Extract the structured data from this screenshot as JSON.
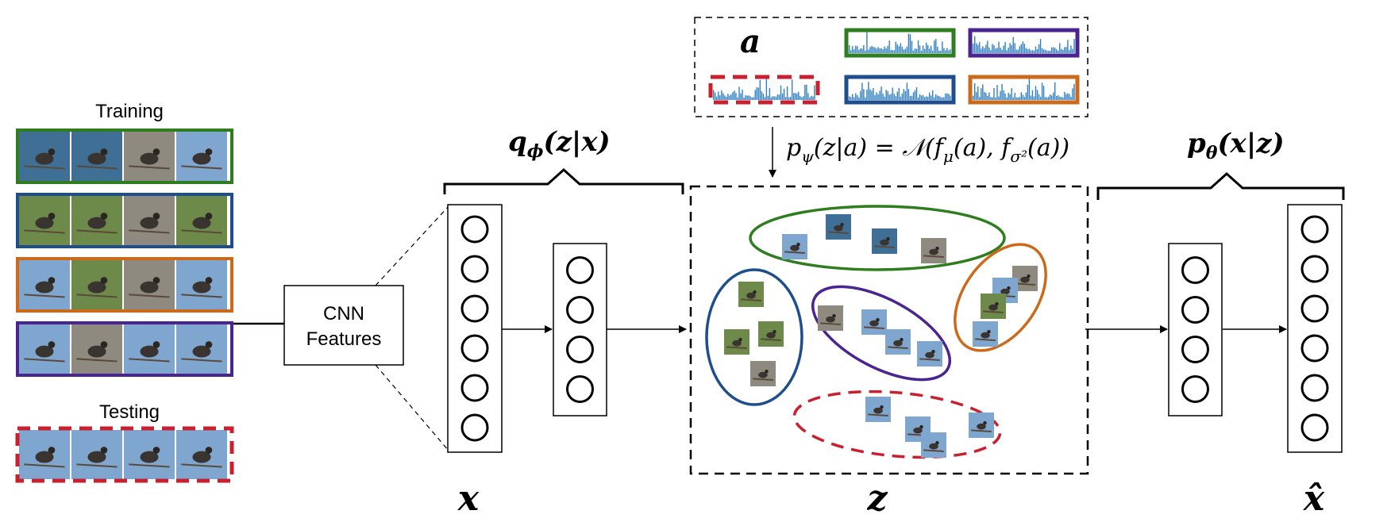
{
  "figure": {
    "training_label": "Training",
    "testing_label": "Testing",
    "cnn_line1": "CNN",
    "cnn_line2": "Features",
    "encoder_label": "q",
    "encoder_sub": "ϕ",
    "encoder_args": "(z|x)",
    "prior_label": "p",
    "prior_sub": "ψ",
    "prior_rest": "(z|a) = 𝒩(f",
    "prior_mu": "μ",
    "prior_mid": "(a), f",
    "prior_sigma": "σ²",
    "prior_end": "(a))",
    "decoder_label": "p",
    "decoder_sub": "θ",
    "decoder_args": "(x|z)",
    "attr_label": "a",
    "x_label": "x",
    "z_label": "z",
    "xhat_label": "x̂"
  },
  "colors": {
    "green": "#2e7d1f",
    "blue": "#1f4e8c",
    "orange": "#cc6a1c",
    "purple": "#4a2590",
    "red": "#c8202e",
    "bar_fill": "#2f7fc1",
    "photo_sky": "#7fa6cf",
    "photo_water": "#3f6f94",
    "photo_grass": "#6d8a4a",
    "photo_gray": "#8f8a80"
  },
  "training_rows": [
    {
      "class": "green",
      "photos": [
        "photo_water",
        "photo_water",
        "photo_gray",
        "photo_sky"
      ]
    },
    {
      "class": "blue",
      "photos": [
        "photo_grass",
        "photo_grass",
        "photo_gray",
        "photo_grass"
      ]
    },
    {
      "class": "orange",
      "photos": [
        "photo_sky",
        "photo_grass",
        "photo_gray",
        "photo_sky"
      ]
    },
    {
      "class": "purple",
      "photos": [
        "photo_sky",
        "photo_gray",
        "photo_sky",
        "photo_sky"
      ]
    }
  ],
  "testing_row": {
    "class": "red",
    "photos": [
      "photo_sky",
      "photo_sky",
      "photo_sky",
      "photo_sky"
    ]
  },
  "attribute_histograms": [
    "green",
    "purple",
    "red",
    "blue",
    "orange"
  ],
  "encoder_layers": [
    6,
    4
  ],
  "decoder_layers": [
    4,
    6
  ],
  "latent_clusters": [
    {
      "class": "green",
      "thumbnails": 4
    },
    {
      "class": "blue",
      "thumbnails": 4
    },
    {
      "class": "purple",
      "thumbnails": 4
    },
    {
      "class": "orange",
      "thumbnails": 4
    },
    {
      "class": "red",
      "thumbnails": 4,
      "dashed": true
    }
  ]
}
